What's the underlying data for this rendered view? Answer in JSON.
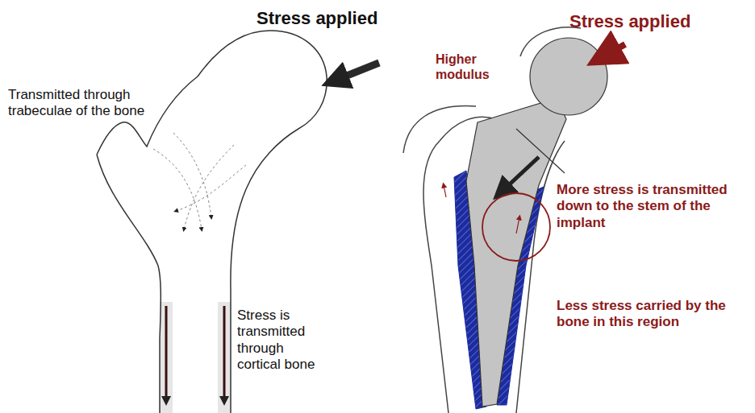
{
  "diagram": {
    "labels": [
      "Stress applied",
      "Transmitted through trabeculae of the bone",
      "Stress is transmitted through cortical bone",
      "Higher modulus",
      "Stress applied",
      "More stress is transmitted down to the stem of the implant",
      "Less stress carried by the bone in this region"
    ]
  }
}
